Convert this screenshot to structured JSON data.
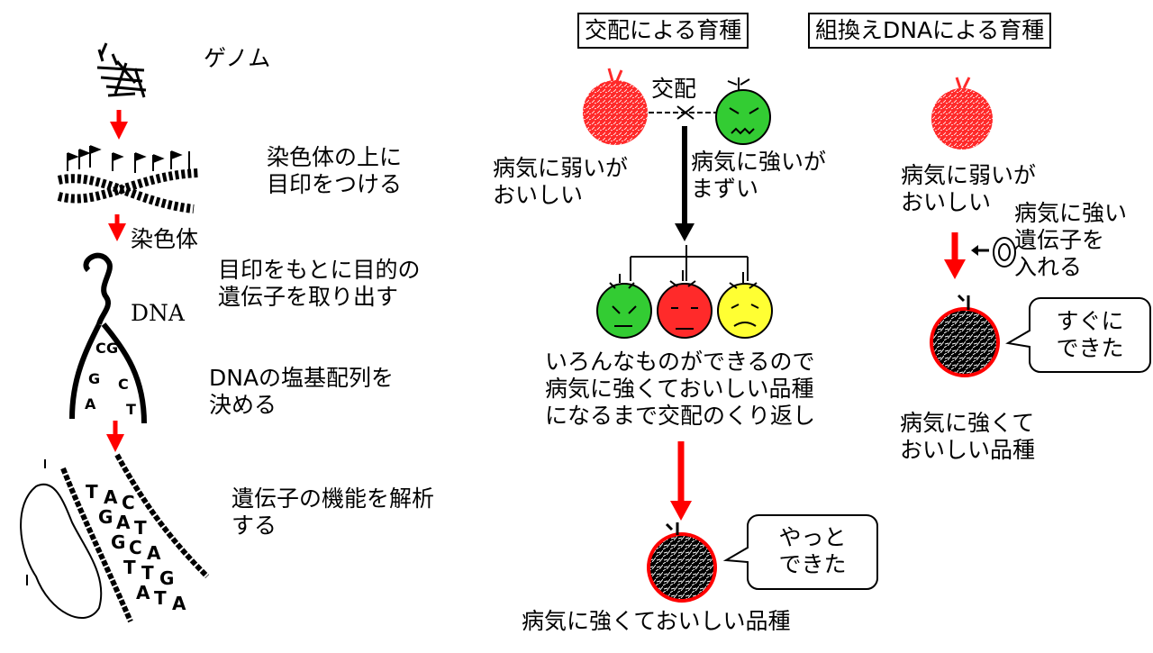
{
  "left": {
    "genome": "ゲノム",
    "mark_chromosome": "染色体の上に\n目印をつける",
    "chromosome": "染色体",
    "extract_gene": "目印をもとに目的の\n遺伝子を取り出す",
    "dna": "DNA",
    "sequence": "DNAの塩基配列を\n決める",
    "analyze": "遺伝子の機能を解析\nする",
    "bases_top": [
      "C",
      "G"
    ],
    "bases_mid": [
      "G",
      "C"
    ],
    "bases_low": [
      "A",
      "T"
    ],
    "strand_letters": [
      "T",
      "A",
      "C",
      "G",
      "A",
      "T",
      "G",
      "C",
      "A",
      "T",
      "T",
      "G",
      "A",
      "T",
      "A"
    ]
  },
  "crossbreeding": {
    "heading": "交配による育種",
    "cross_label": "交配",
    "parent_weak": "病気に弱いが\nおいしい",
    "parent_strong": "病気に強いが\nまずい",
    "process": "いろんなものができるので\n病気に強くておいしい品種\nになるまで交配のくり返し",
    "bubble": "やっと\nできた",
    "result": "病気に強くておいしい品種"
  },
  "recombinant": {
    "heading": "組換えDNAによる育種",
    "weak": "病気に弱いが\nおいしい",
    "insert_gene": "病気に強い\n遺伝子を\n入れる",
    "bubble": "すぐに\nできた",
    "result": "病気に強くて\nおいしい品種"
  },
  "colors": {
    "arrow_red": "#ff0000",
    "tomato_red": "#ff2a2a",
    "tomato_green": "#33cc33",
    "tomato_yellow": "#ffff33",
    "ink": "#000000"
  }
}
